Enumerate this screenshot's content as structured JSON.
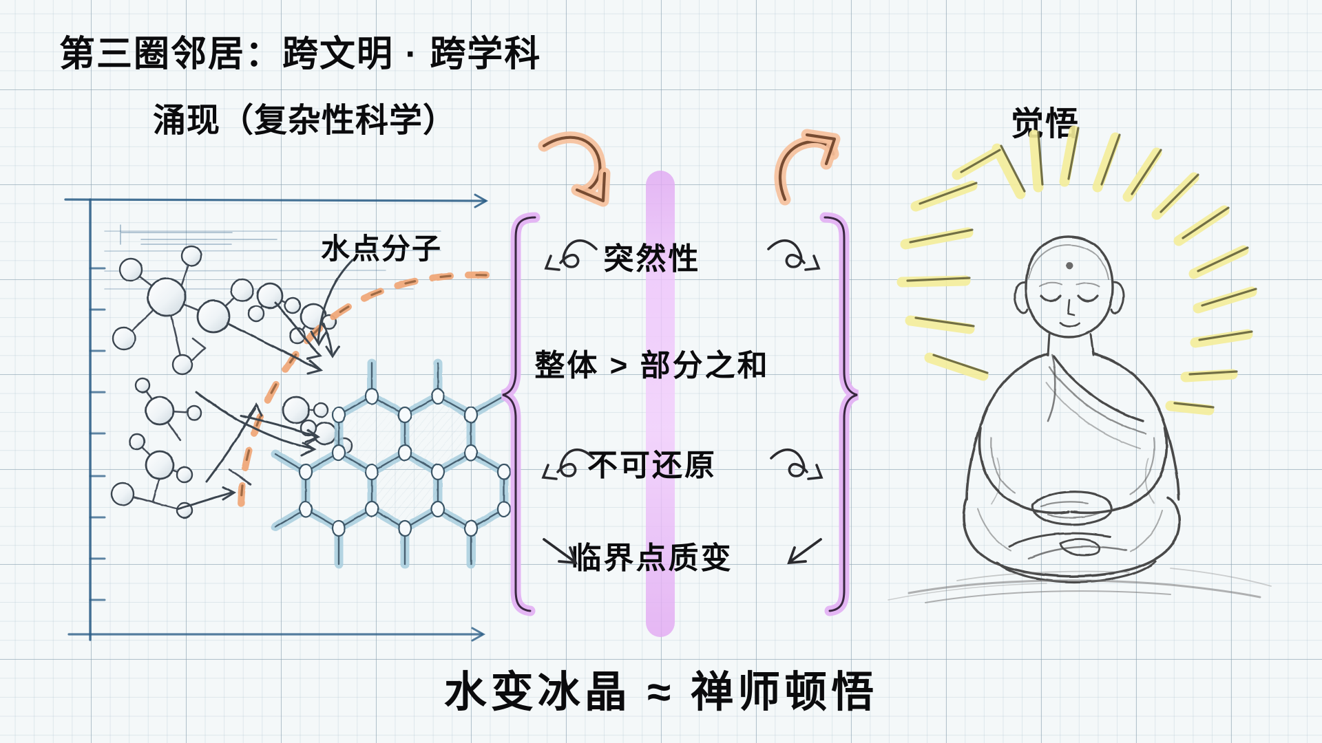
{
  "page": {
    "title": "第三圈邻居：跨文明 · 跨学科",
    "bottom_caption": "水变冰晶 ≈ 禅师顿悟"
  },
  "left_panel": {
    "heading": "涌现（复杂性科学）",
    "molecule_label": "水点分子",
    "diagram": {
      "axis_color": "#2b5d86",
      "molecule_color": "#3b4550",
      "crystal_color": "#a9cede",
      "dashed_path_color": "#f0a87a"
    }
  },
  "right_panel": {
    "heading": "觉悟",
    "figure": "meditating-monk",
    "halo_color": "#f2ea8c",
    "ink_color": "#4a4a4a"
  },
  "center": {
    "band_color": "#e9bdf7",
    "brace_color": "#dfa8f0",
    "items": [
      {
        "label": "突然性",
        "left_arrow": "curl-left-arrow",
        "right_arrow": "curl-right-arrow"
      },
      {
        "label": "整体 > 部分之和",
        "left_arrow": "",
        "right_arrow": ""
      },
      {
        "label": "不可还原",
        "left_arrow": "curl-left-arrow",
        "right_arrow": "curl-right-arrow"
      },
      {
        "label": "临界点质变",
        "left_arrow": "diag-right-arrow",
        "right_arrow": "diag-left-arrow"
      }
    ],
    "top_arrows": {
      "left": "orange-hook-arrow-down-right",
      "right": "orange-hook-arrow-up-right"
    }
  },
  "colors": {
    "ink": "#0b0b0d",
    "paper": "#f4f8f9",
    "grid_major": "#8aa0af",
    "grid_minor": "#a8becb",
    "accent_purple": "#e0a8f2",
    "accent_orange": "#f3b086",
    "accent_yellow": "#f2ea8c",
    "accent_blue": "#2b5d86",
    "crystal_blue": "#a9cede"
  }
}
